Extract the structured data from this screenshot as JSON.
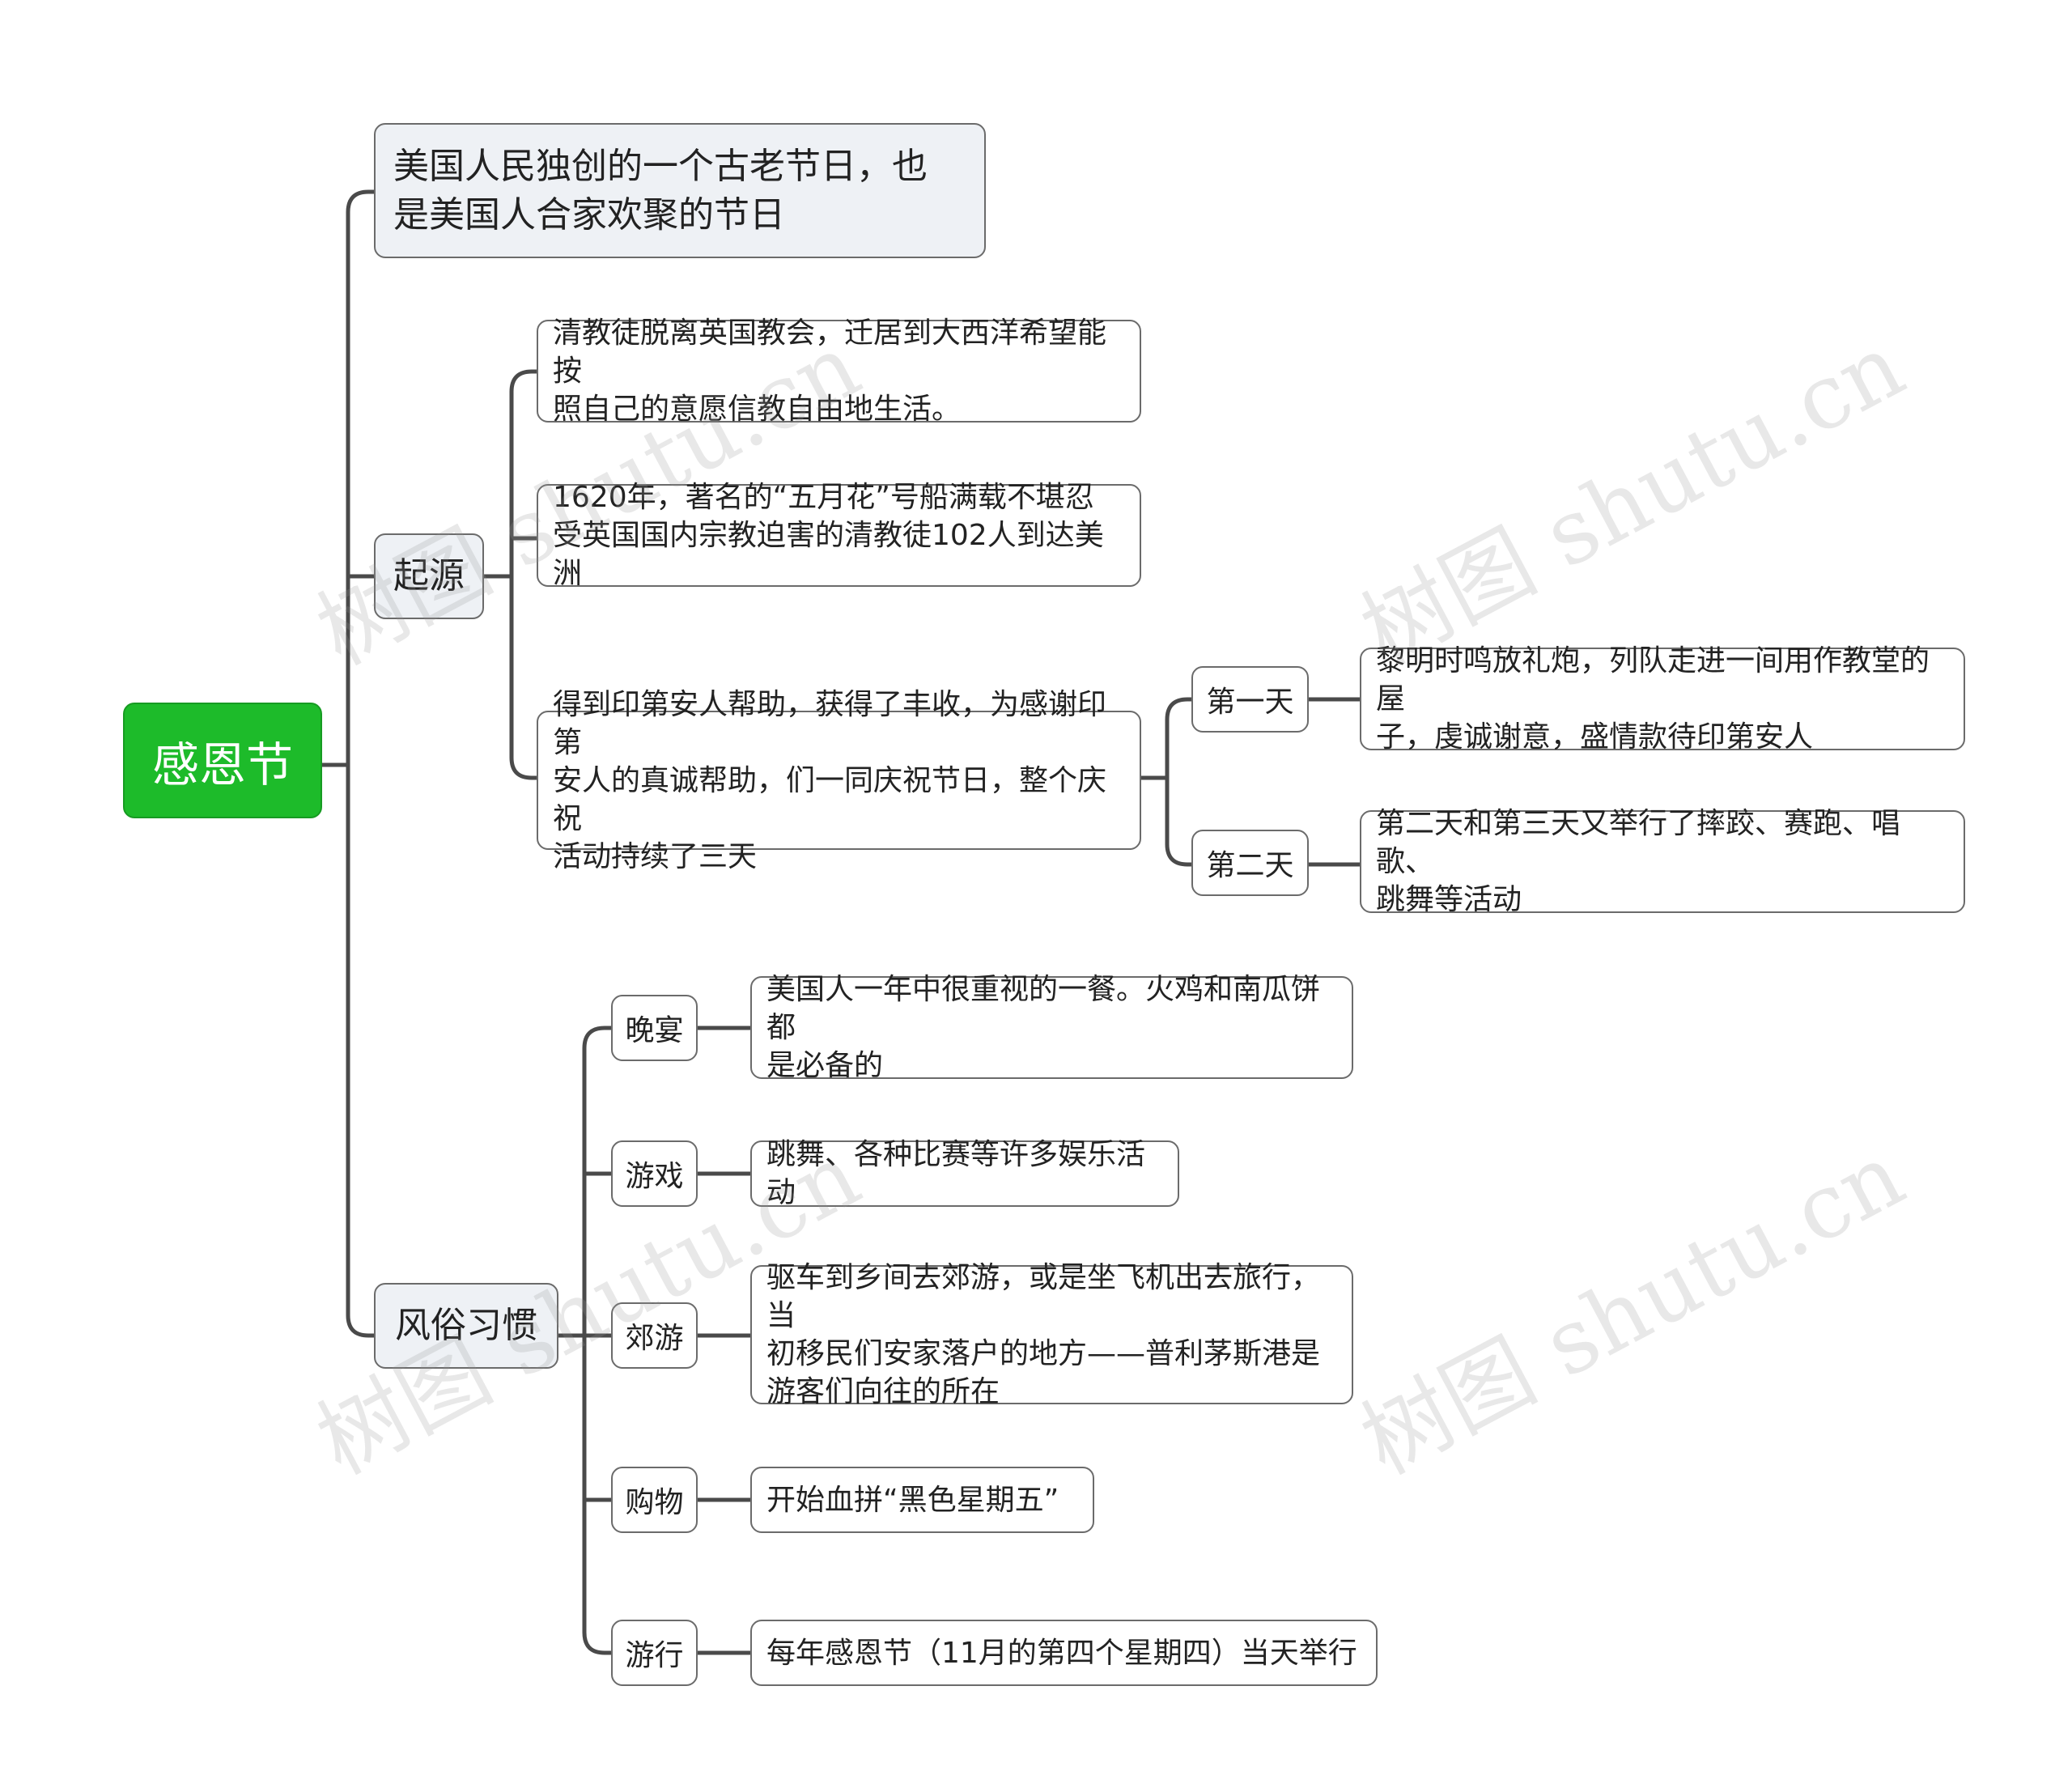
{
  "root": {
    "label": "感恩节"
  },
  "intro": {
    "text": "美国人民独创的一个古老节日，也\n是美国人合家欢聚的节日"
  },
  "origin": {
    "label": "起源",
    "items": [
      {
        "text": "清教徒脱离英国教会，迁居到大西洋希望能按\n照自己的意愿信教自由地生活。"
      },
      {
        "text": "1620年，著名的“五月花”号船满载不堪忍\n受英国国内宗教迫害的清教徒102人到达美洲"
      },
      {
        "text": "得到印第安人帮助，获得了丰收，为感谢印第\n安人的真诚帮助，们一同庆祝节日，整个庆祝\n活动持续了三天"
      }
    ],
    "days": [
      {
        "label": "第一天",
        "text": "黎明时鸣放礼炮，列队走进一间用作教堂的屋\n子，虔诚谢意，盛情款待印第安人"
      },
      {
        "label": "第二天",
        "text": "第二天和第三天又举行了摔跤、赛跑、唱歌、\n跳舞等活动"
      }
    ]
  },
  "customs": {
    "label": "风俗习惯",
    "items": [
      {
        "label": "晚宴",
        "text": "美国人一年中很重视的一餐。火鸡和南瓜饼都\n是必备的"
      },
      {
        "label": "游戏",
        "text": "跳舞、各种比赛等许多娱乐活动"
      },
      {
        "label": "郊游",
        "text": "驱车到乡间去郊游，或是坐飞机出去旅行，当\n初移民们安家落户的地方——普利茅斯港是\n游客们向往的所在"
      },
      {
        "label": "购物",
        "text": "开始血拼“黑色星期五”"
      },
      {
        "label": "游行",
        "text": "每年感恩节（11月的第四个星期四）当天举行"
      }
    ]
  },
  "watermark": {
    "text": "树图 shutu.cn"
  },
  "colors": {
    "root_fill": "#1dbb2a",
    "level1_fill": "#eef1f5",
    "line": "#4a4a4a",
    "border": "#6b6b6b"
  }
}
